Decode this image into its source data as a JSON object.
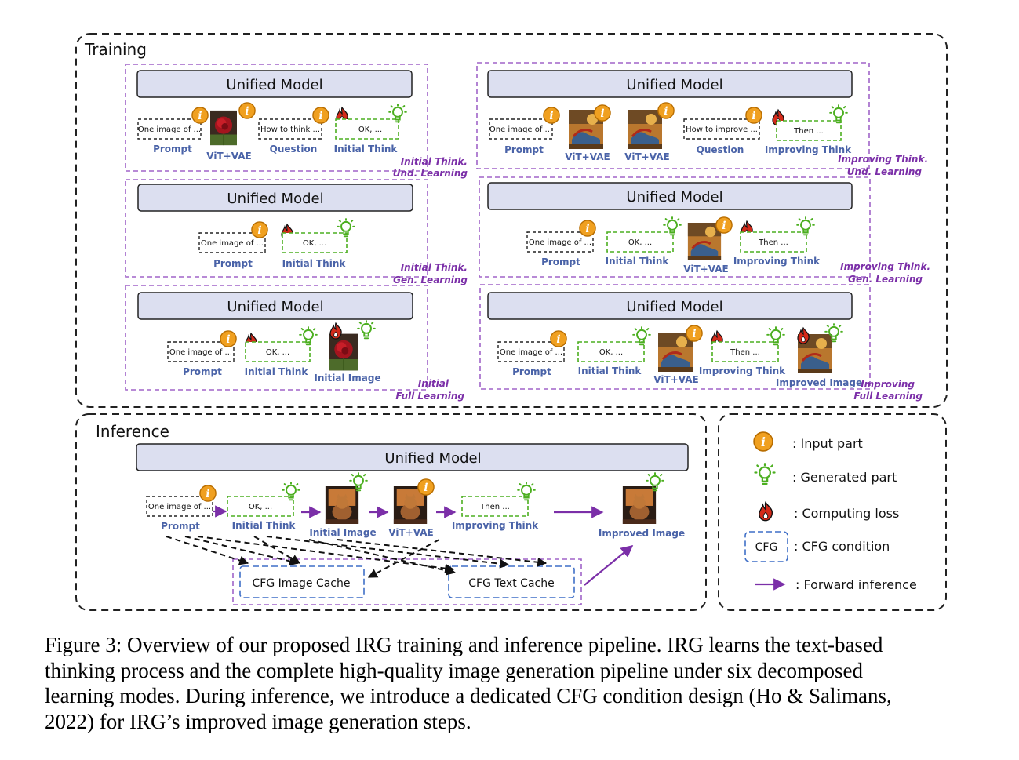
{
  "training": {
    "title": "Training",
    "unified_model": "Unified Model",
    "prompt_box": "One image of ...",
    "prompt_label": "Prompt",
    "question_box_1": "How to think ...",
    "question_box_2": "How to improve ...",
    "question_label": "Question",
    "initial_box": "OK, ...",
    "initial_label": "Initial Think",
    "improving_box": "Then ...",
    "improving_label": "Improving Think",
    "vitvae_label": "ViT+VAE",
    "initial_image_label": "Initial Image",
    "improved_image_label": "Improved   Image",
    "mode_1a": "Initial Think.",
    "mode_1b": "Und. Learning",
    "mode_2a": "Initial Think.",
    "mode_2b": "Gen. Learning",
    "mode_3a": "Initial",
    "mode_3b": "Full Learning",
    "mode_4a": "Improving Think.",
    "mode_4b": "Und. Learning",
    "mode_5a": "Improving Think.",
    "mode_5b": "Gen. Learning",
    "mode_6a": "Improving",
    "mode_6b": "Full Learning"
  },
  "inference": {
    "title": "Inference",
    "unified_model": "Unified Model",
    "prompt_box": "One image of ...",
    "prompt_label": "Prompt",
    "initial_box": "OK, ...",
    "initial_label": "Initial Think",
    "initial_image_label": "Initial Image",
    "vitvae_label": "ViT+VAE",
    "improving_box": "Then ...",
    "improving_label": "Improving Think",
    "improved_image_label": "Improved   Image",
    "cfg_image_cache": "CFG Image Cache",
    "cfg_text_cache": "CFG Text Cache"
  },
  "legend": {
    "input_part": ": Input part",
    "generated_part": ": Generated part",
    "computing_loss": ": Computing loss",
    "cfg_box": "CFG",
    "cfg_condition": ": CFG condition",
    "forward_inference": ": Forward inference"
  },
  "caption": {
    "line1": "Figure 3: Overview of our proposed IRG training and inference pipeline. IRG learns the text-based",
    "line2": "thinking process and the complete high-quality image generation pipeline under six decomposed",
    "line3": "learning modes. During inference, we introduce a dedicated CFG condition design (Ho & Salimans,",
    "line4": "2022) for IRG’s improved image generation steps."
  },
  "colors": {
    "model_fill": "#dcdff0",
    "purple": "#7b2fa8",
    "green": "#4caf20",
    "blue_label": "#4a63a8",
    "cfg_blue": "#3f6fc7",
    "info_orange": "#f0a020",
    "flame_red": "#d42a1a"
  }
}
